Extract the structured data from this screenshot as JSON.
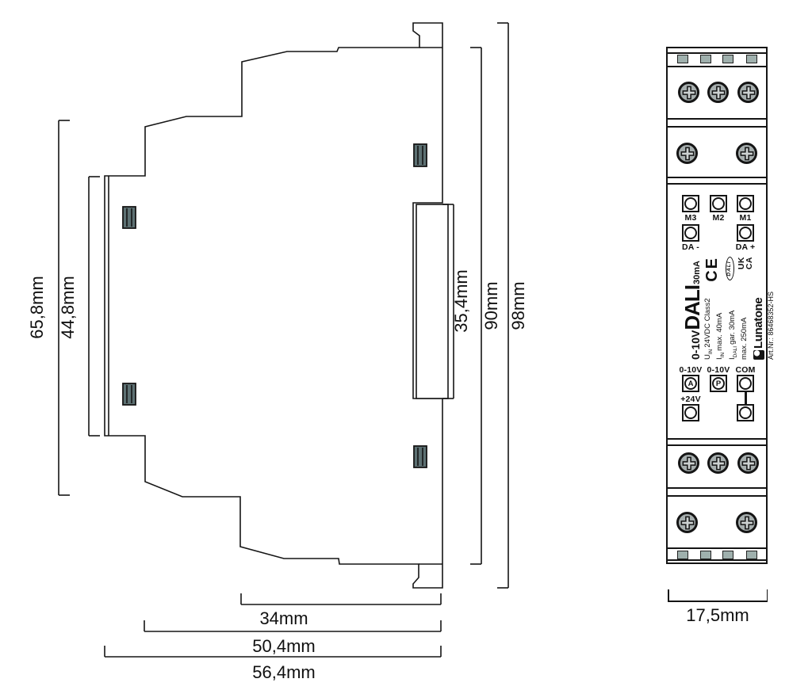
{
  "drawing": {
    "side_view": {
      "dim_height_outer": "65,8mm",
      "dim_height_front_face": "44,8mm",
      "dim_din_clip_area": "35,4mm",
      "dim_height_body": "90mm",
      "dim_height_total": "98mm",
      "dim_depth_upper": "34mm",
      "dim_depth_mid": "50,4mm",
      "dim_depth_total": "56,4mm"
    },
    "front_view": {
      "dim_width": "17,5mm",
      "terminals": {
        "m3": "M3",
        "m2": "M2",
        "m1": "M1",
        "da_minus": "DA -",
        "da_plus": "DA +",
        "out_a_label": "0-10V",
        "out_p_label": "0-10V",
        "com": "COM",
        "plus_24v": "+24V",
        "a": "A",
        "p": "P"
      },
      "label_plate": {
        "title_prefix": "0-10V",
        "title_main": "DALI",
        "title_suffix": "30mA",
        "spec1_sym": "U",
        "spec1_sub": "IN",
        "spec1_rest": "24VDC Class2",
        "spec2_sym": "I",
        "spec2_sub": "IN",
        "spec2_rest": "max. 40mA",
        "spec3_sym": "I",
        "spec3_sub": "DALI",
        "spec3_rest": "gar. 30mA",
        "spec4": "max. 250mA",
        "brand": "Lunatone",
        "art_nr": "Art.Nr.: 86468352-HS",
        "ce_mark": "CE",
        "dali_logo": "DALI",
        "ukca_line1": "UK",
        "ukca_line2": "CA"
      }
    }
  }
}
